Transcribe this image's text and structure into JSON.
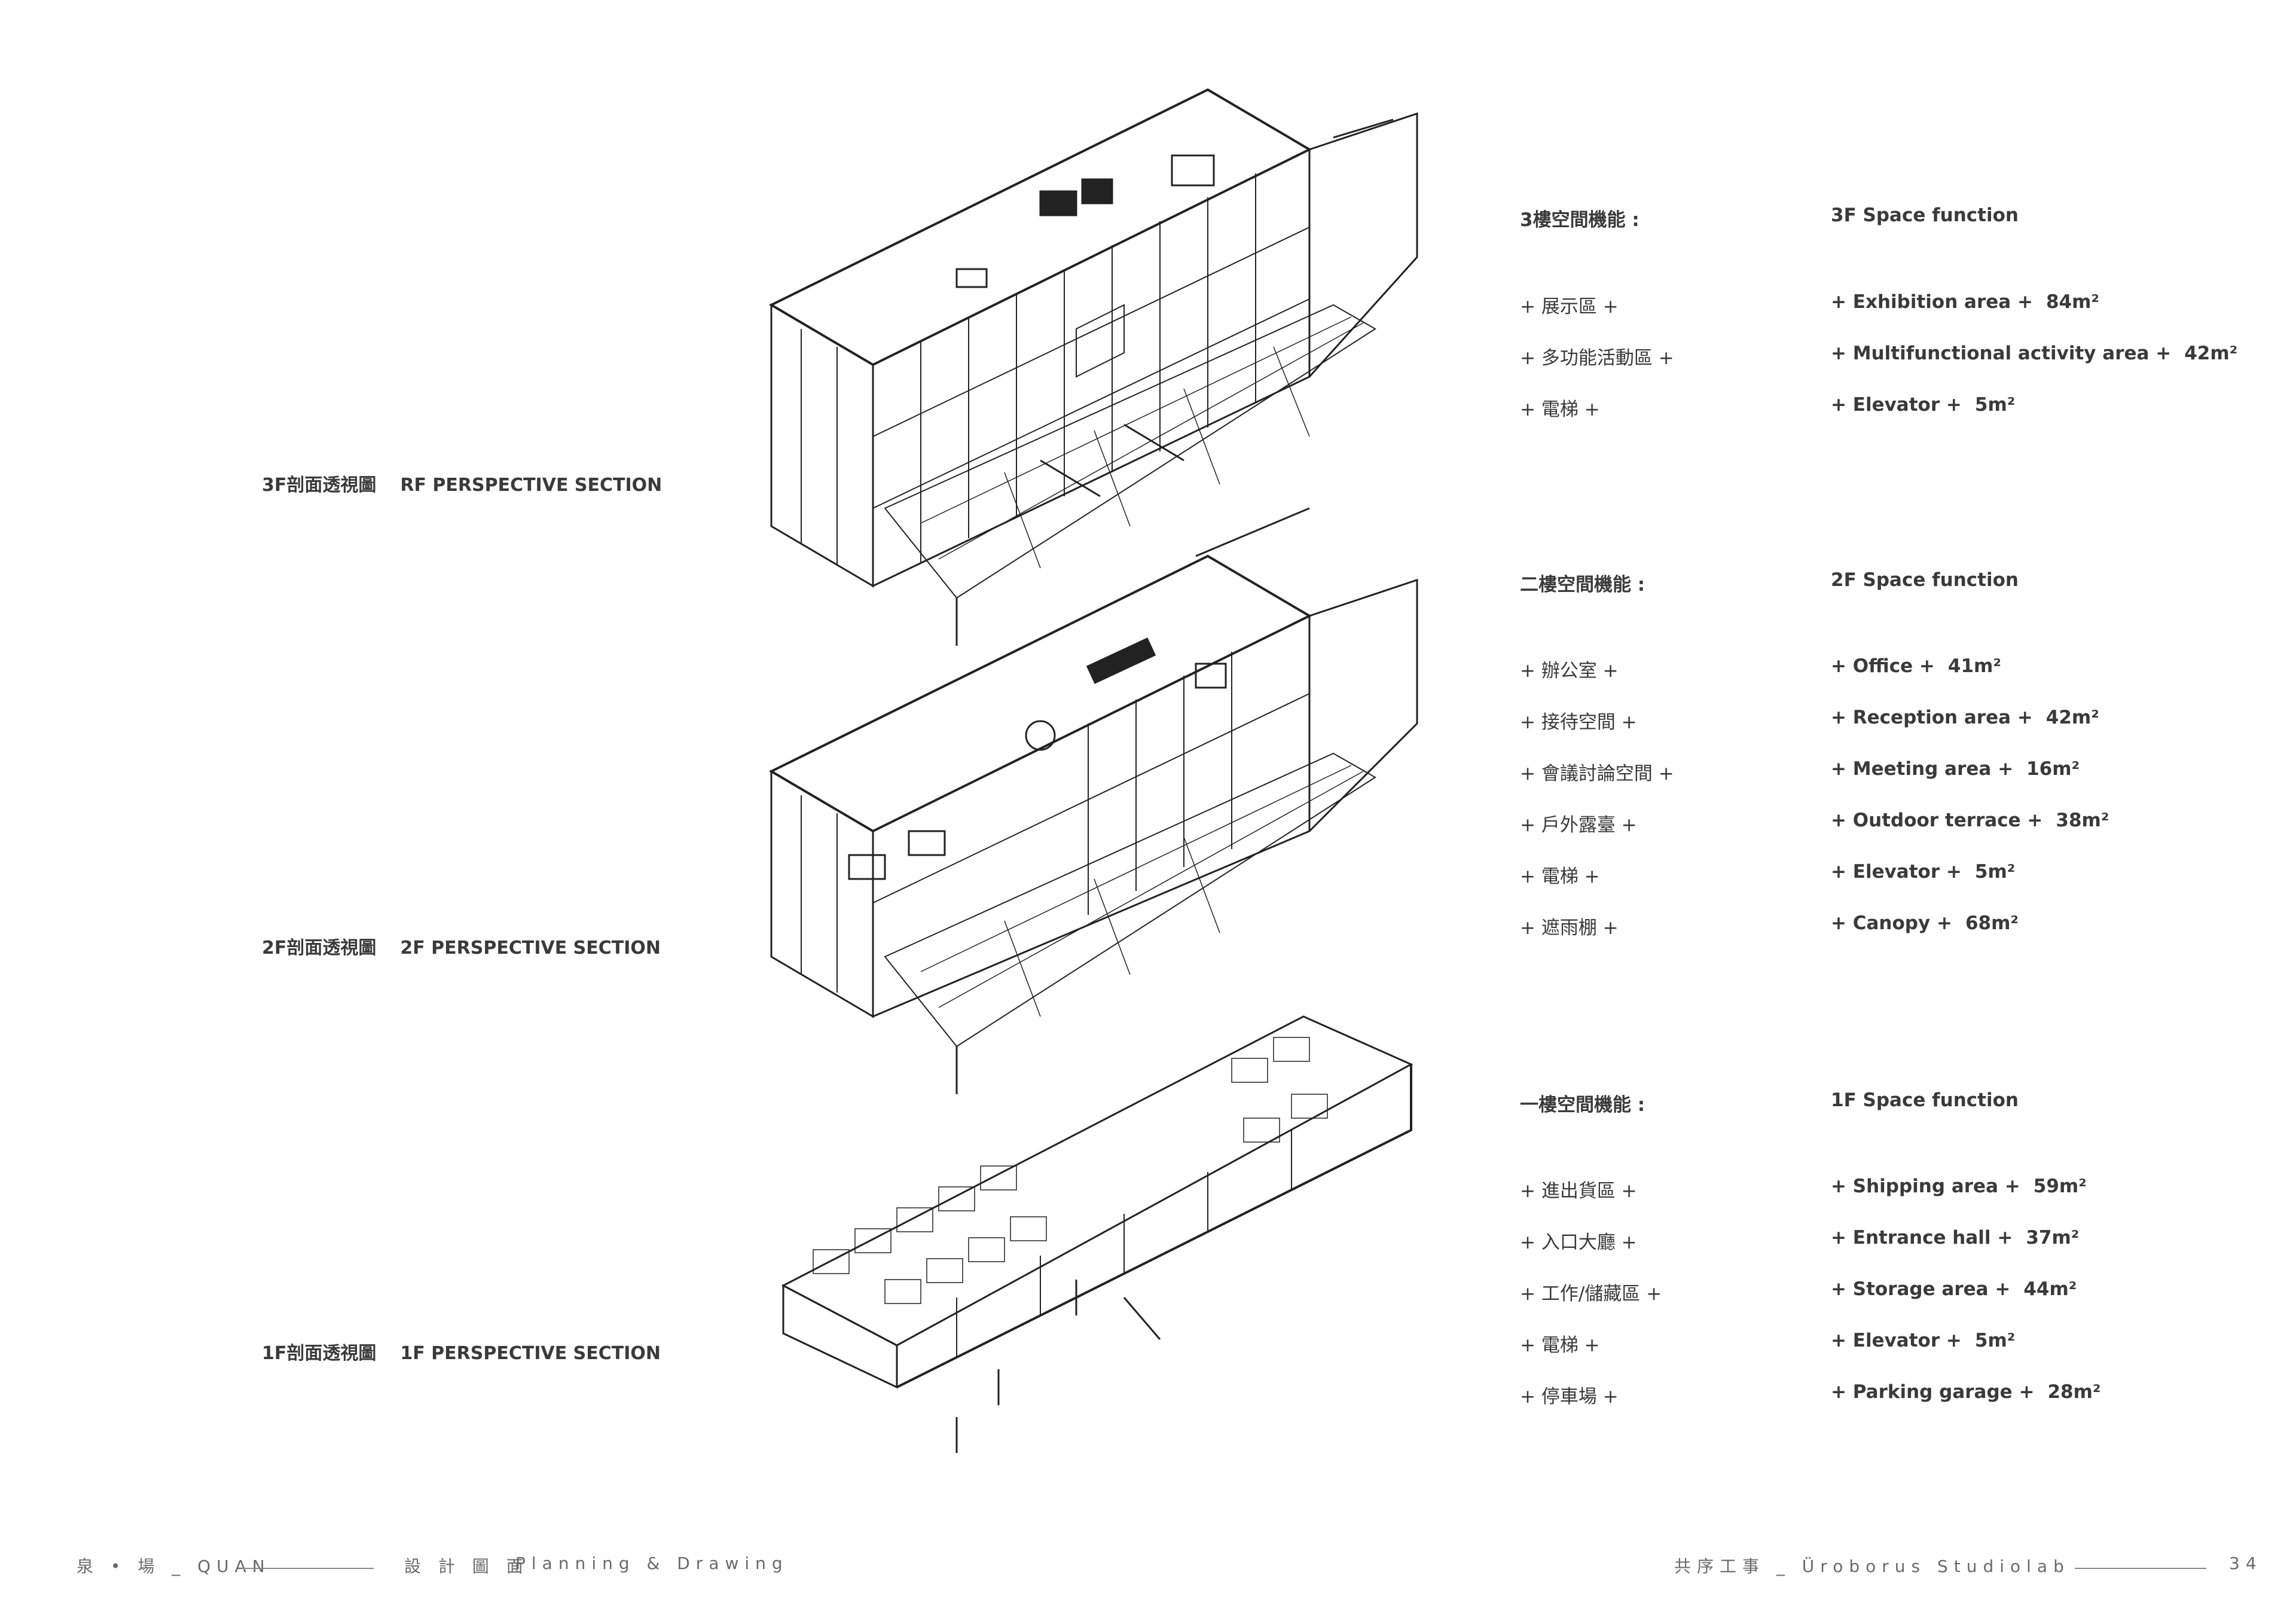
{
  "sections": {
    "rf": {
      "zh": "3F剖面透視圖",
      "en": "RF  PERSPECTIVE  SECTION"
    },
    "f2": {
      "zh": "2F剖面透視圖",
      "en": "2F  PERSPECTIVE  SECTION"
    },
    "f1": {
      "zh": "1F剖面透視圖",
      "en": "1F  PERSPECTIVE  SECTION"
    }
  },
  "floors": [
    {
      "heading_zh": "3樓空間機能 :",
      "heading_en": "3F Space function",
      "rows": [
        {
          "zh": "+ 展示區 +",
          "en": "+ Exhibition area +",
          "area": "84m²"
        },
        {
          "zh": "+ 多功能活動區 +",
          "en": "+ Multifunctional activity area +",
          "area": "42m²"
        },
        {
          "zh": "+ 電梯 +",
          "en": "+ Elevator +",
          "area": "5m²"
        }
      ]
    },
    {
      "heading_zh": "二樓空間機能 :",
      "heading_en": "2F Space function",
      "rows": [
        {
          "zh": "+ 辦公室 +",
          "en": "+ Office +",
          "area": "41m²"
        },
        {
          "zh": "+ 接待空間 +",
          "en": "+ Reception area +",
          "area": "42m²"
        },
        {
          "zh": "+ 會議討論空間 +",
          "en": "+ Meeting area +",
          "area": "16m²"
        },
        {
          "zh": "+ 戶外露臺 +",
          "en": "+ Outdoor terrace +",
          "area": "38m²"
        },
        {
          "zh": "+ 電梯 +",
          "en": "+ Elevator +",
          "area": "5m²"
        },
        {
          "zh": "+ 遮雨棚 +",
          "en": "+ Canopy +",
          "area": "68m²"
        }
      ]
    },
    {
      "heading_zh": "一樓空間機能 :",
      "heading_en": "1F Space function",
      "rows": [
        {
          "zh": "+ 進出貨區 +",
          "en": "+ Shipping area +",
          "area": "59m²"
        },
        {
          "zh": "+ 入口大廳 +",
          "en": "+ Entrance hall +",
          "area": "37m²"
        },
        {
          "zh": "+ 工作/儲藏區 +",
          "en": "+ Storage area +",
          "area": "44m²"
        },
        {
          "zh": "+ 電梯 +",
          "en": "+ Elevator +",
          "area": "5m²"
        },
        {
          "zh": "+ 停車場 +",
          "en": "+ Parking garage +",
          "area": "28m²"
        }
      ]
    }
  ],
  "footer": {
    "project": "泉 • 場 _ QUAN",
    "section_zh": "設 計 圖 面",
    "section_en": "Planning & Drawing",
    "studio": "共序工事 _ Üroborus Studiolab",
    "page": "34"
  }
}
